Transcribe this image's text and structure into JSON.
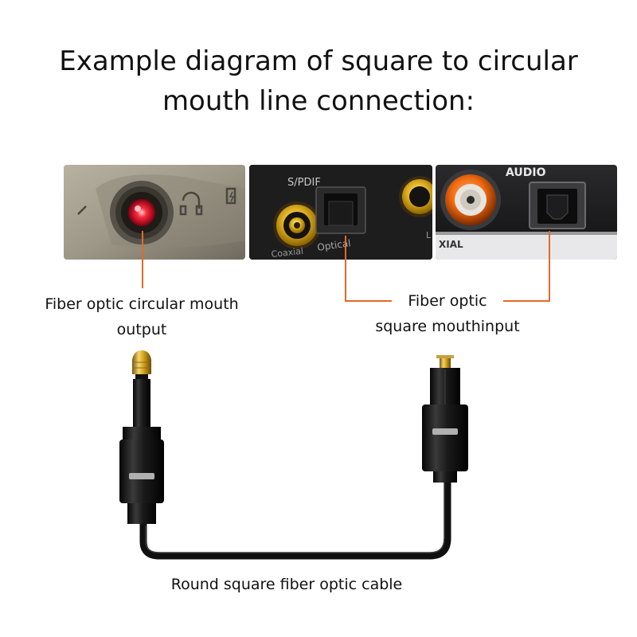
{
  "title": {
    "line1": "Example diagram of square to circular",
    "line2": "mouth line connection:"
  },
  "photos": {
    "panel2_text_top": "S/PDIF",
    "panel2_text_optical": "Optical",
    "panel2_text_coaxial": "Coaxial",
    "panel3_text_top": "AUDIO",
    "panel3_text_xial": "XIAL"
  },
  "labels": {
    "circular_line1": "Fiber optic circular mouth",
    "circular_line2": "output",
    "square_line1": "Fiber optic",
    "square_line2": "square mouthinput",
    "cable": "Round square fiber optic cable"
  },
  "colors": {
    "leader": "#e06a2a",
    "red_led": "#ff2a3c",
    "gold": "#d4a21a",
    "plug_black": "#161616"
  }
}
